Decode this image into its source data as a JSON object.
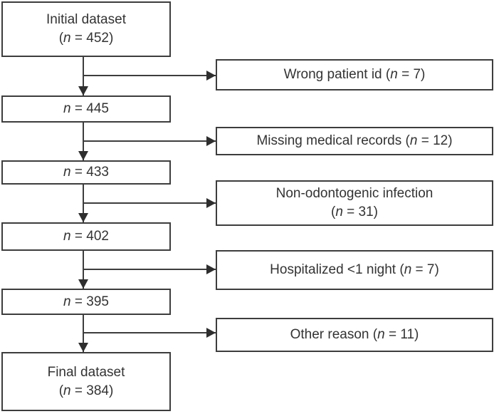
{
  "diagram": {
    "title": "Patient flow / dataset attrition diagram",
    "colors": {
      "background": "#ffffff",
      "box_border": "#3d3d3d",
      "text": "#333333",
      "arrow": "#3d3d3d",
      "arrowhead_fill": "#2e2e2e"
    },
    "main_boxes": [
      {
        "title": "Initial dataset",
        "count_pre": "(",
        "count_var": "n",
        "count_post": " = 452)"
      },
      {
        "count_var": "n",
        "count_post": " = 445"
      },
      {
        "count_var": "n",
        "count_post": " = 433"
      },
      {
        "count_var": "n",
        "count_post": " = 402"
      },
      {
        "count_var": "n",
        "count_post": " = 395"
      },
      {
        "title": "Final dataset",
        "count_pre": "(",
        "count_var": "n",
        "count_post": " = 384)"
      }
    ],
    "exclusion_boxes": [
      {
        "pre": "Wrong patient id (",
        "var": "n",
        "post": " = 7)"
      },
      {
        "pre": "Missing medical records (",
        "var": "n",
        "post": " = 12)"
      },
      {
        "line1": "Non-odontogenic infection",
        "pre": "(",
        "var": "n",
        "post": " = 31)"
      },
      {
        "pre": "Hospitalized <1 night (",
        "var": "n",
        "post": " = 7)"
      },
      {
        "pre": "Other reason (",
        "var": "n",
        "post": " = 11)"
      }
    ]
  }
}
